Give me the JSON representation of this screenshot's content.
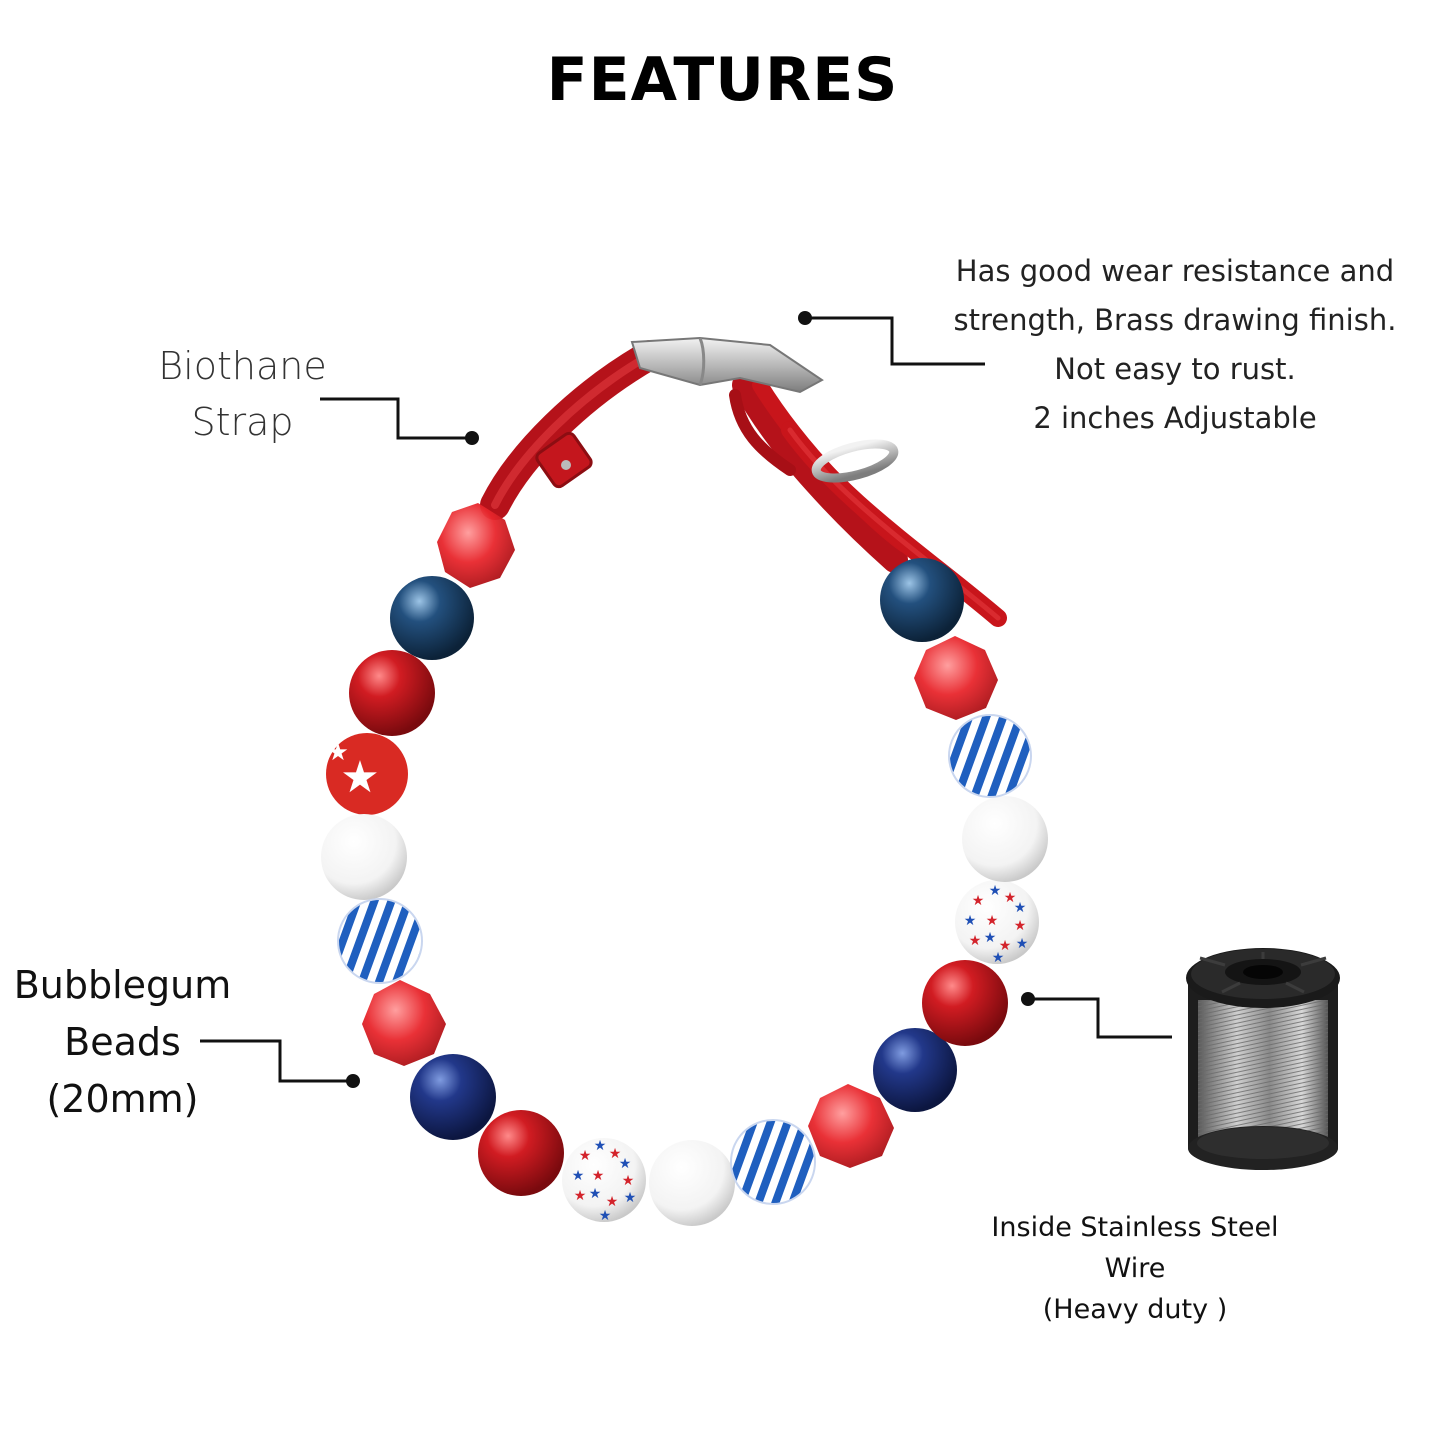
{
  "title": "FEATURES",
  "callouts": {
    "strap": {
      "lines": [
        "Biothane",
        "Strap"
      ]
    },
    "buckle": {
      "lines": [
        "Has good wear resistance and",
        "strength, Brass drawing finish.",
        "Not easy to rust.",
        "2 inches Adjustable"
      ]
    },
    "beads": {
      "lines": [
        "Bubblegum",
        "Beads",
        "(20mm)"
      ]
    },
    "wire": {
      "lines": [
        "Inside Stainless Steel",
        "Wire",
        "(Heavy duty )"
      ]
    }
  },
  "colors": {
    "strap_red": "#c8151b",
    "bead_red": "#b3121a",
    "bead_navy": "#1b2f78",
    "bead_blue": "#1f5fbf",
    "metal": "#c9c9c9",
    "spool_black": "#222222"
  }
}
